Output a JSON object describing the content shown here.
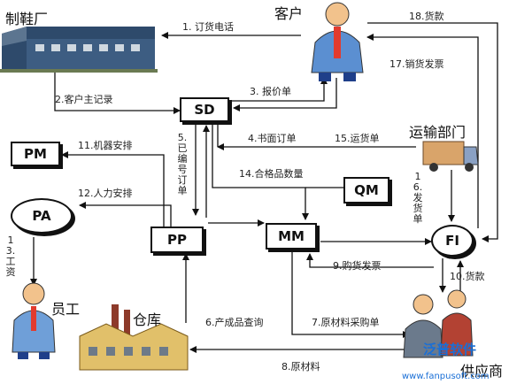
{
  "entities": {
    "factory": "制鞋厂",
    "customer": "客户",
    "transport": "运输部门",
    "employee": "员工",
    "warehouse": "仓库",
    "supplier": "供应商"
  },
  "modules": {
    "sd": "SD",
    "pm": "PM",
    "pa": "PA",
    "pp": "PP",
    "mm": "MM",
    "qm": "QM",
    "fi": "FI"
  },
  "flows": {
    "f1": "1.  订货电话",
    "f2": "2.客户主记录",
    "f3": "3. 报价单",
    "f4": "4.书面订单",
    "f5": "5.已编号订单",
    "f6": "6.产成品查询",
    "f7": "7.原材料采购单",
    "f8": "8.原材料",
    "f9": "9.购货发票",
    "f10": "10.货款",
    "f11": "11.机器安排",
    "f12": "12.人力安排",
    "f13": "13.工资",
    "f14": "14.合格品数量",
    "f15": "15.运货单",
    "f16": "16.发货单",
    "f17": "17.销货发票",
    "f18": "18.货款"
  },
  "watermark": {
    "brand": "泛普软件",
    "url": "www.fanpusoft.com"
  }
}
